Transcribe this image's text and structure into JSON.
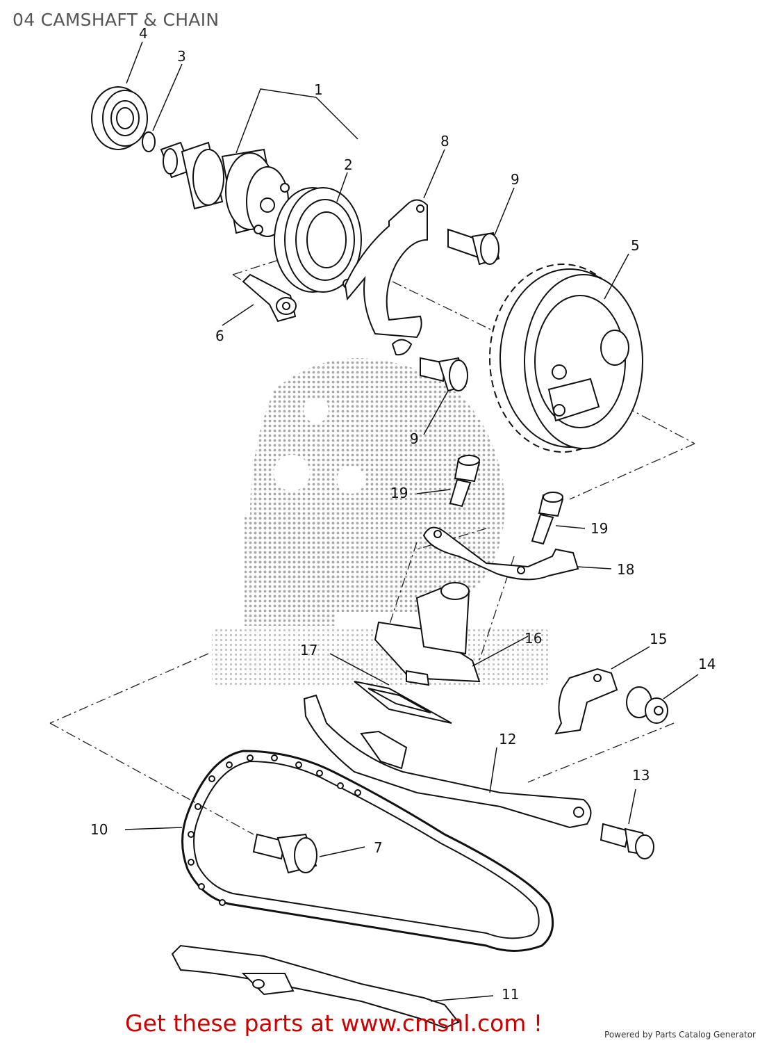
{
  "page": {
    "title": "04 CAMSHAFT & CHAIN",
    "footer_cta": "Get these parts at www.cmsnl.com !",
    "powered_by": "Powered by Parts Catalog Generator"
  },
  "callouts": {
    "p1": "1",
    "p2": "2",
    "p3": "3",
    "p4": "4",
    "p5": "5",
    "p6": "6",
    "p7": "7",
    "p8": "8",
    "p9a": "9",
    "p9b": "9",
    "p10": "10",
    "p11": "11",
    "p12": "12",
    "p13": "13",
    "p14": "14",
    "p15": "15",
    "p16": "16",
    "p17": "17",
    "p18": "18",
    "p19a": "19",
    "p19b": "19"
  },
  "colors": {
    "ink": "#111111",
    "cta": "#cc0000",
    "watermark": "#9a9a9a"
  },
  "icons": {
    "watermark": "cmsnl-dotted-logo"
  }
}
